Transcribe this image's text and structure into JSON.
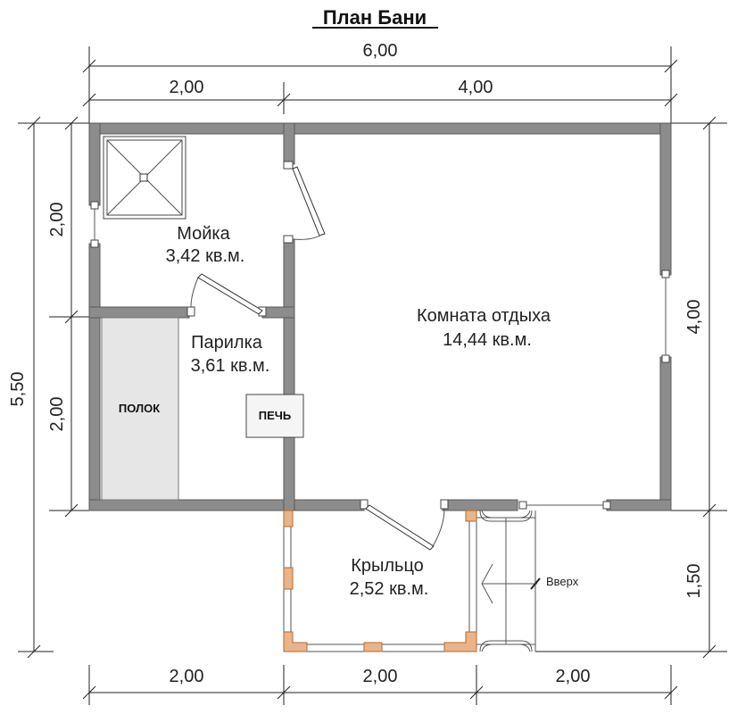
{
  "title": "План Бани",
  "dimensions": {
    "top_total": "6,00",
    "top_left": "2,00",
    "top_right": "4,00",
    "left_total": "5,50",
    "left_upper": "2,00",
    "left_lower": "2,00",
    "right_upper": "4,00",
    "right_lower": "1,50",
    "bottom_1": "2,00",
    "bottom_2": "2,00",
    "bottom_3": "2,00"
  },
  "rooms": {
    "washroom": {
      "name": "Мойка",
      "area": "3,42 кв.м."
    },
    "steam": {
      "name": "Парилка",
      "area": "3,61 кв.м."
    },
    "lounge": {
      "name": "Комната отдыха",
      "area": "14,44 кв.м."
    },
    "porch": {
      "name": "Крыльцо",
      "area": "2,52 кв.м."
    }
  },
  "labels": {
    "bench": "ПОЛОК",
    "stove": "ПЕЧЬ",
    "up": "Вверх"
  },
  "colors": {
    "wall": "#8c8c8c",
    "bench": "#e6e6e6",
    "post": "#e9b48a"
  }
}
